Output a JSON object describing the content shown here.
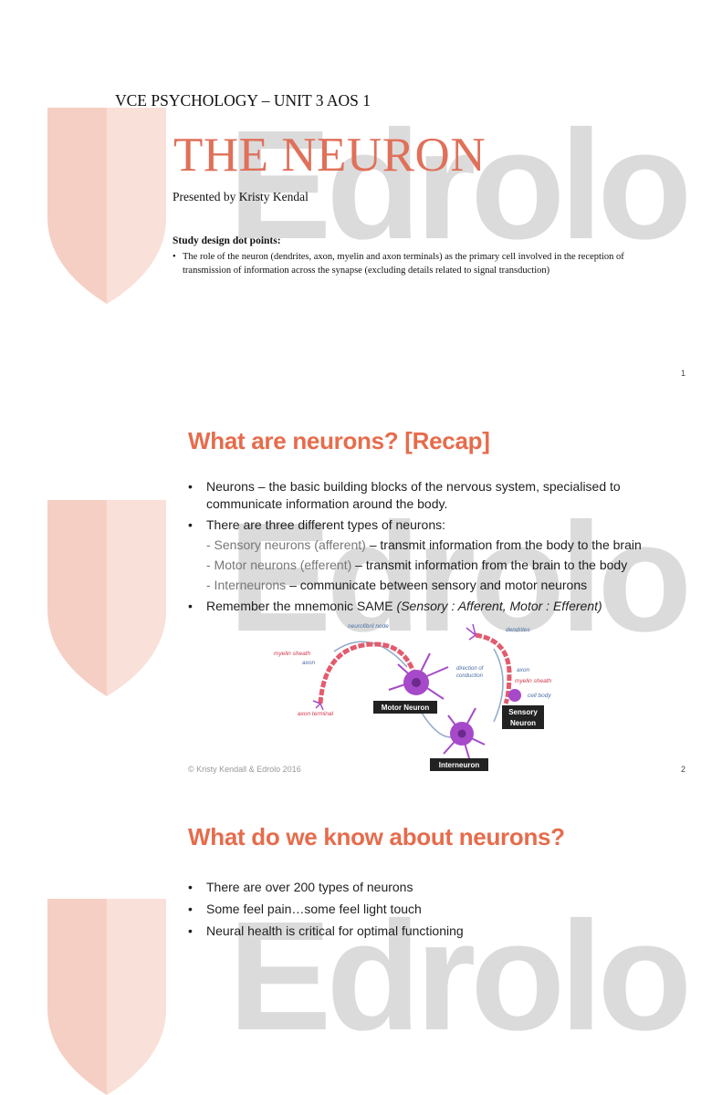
{
  "watermark": {
    "brand": "Edrolo",
    "colors": {
      "shield": "#f3c4b6",
      "shield_light": "#f8dcd3",
      "text": "#cfcfcf"
    }
  },
  "slide1": {
    "heading": "VCE PSYCHOLOGY – UNIT 3 AOS 1",
    "title": "THE NEURON",
    "presenter": "Presented by Kristy Kendal",
    "study_label": "Study design dot points:",
    "study_point_line1": "The role of the neuron (dendrites, axon, myelin and axon terminals) as the primary cell involved in the reception of",
    "study_point_line2": "transmission of information across the synapse (excluding details related to signal transduction)",
    "page_number": "1"
  },
  "slide2": {
    "title": "What are neurons? [Recap]",
    "bullets": {
      "b1_line1": "Neurons – the basic building blocks of the nervous system, specialised to",
      "b1_line2": "communicate information around the body.",
      "b2": "There are three different types of neurons:",
      "sub1_a": "- Sensory neurons (afferent) ",
      "sub1_b": "– transmit information from the body to the brain",
      "sub2_a": "- Motor neurons (efferent) ",
      "sub2_b": "– transmit information from the brain to the body",
      "sub3_a": "- Interneurons ",
      "sub3_b": "– communicate between sensory and motor neurons",
      "b3_a": "Remember the mnemonic SAME ",
      "b3_b": "(Sensory : Afferent, Motor : Efferent)"
    },
    "diagram": {
      "neurofibril_node": "neurofibril node",
      "myelin_sheath_left": "myelin sheath",
      "axon_left": "axon",
      "axon_terminal": "axon terminal",
      "motor_neuron": "Motor Neuron",
      "interneuron": "Interneuron",
      "direction_of_conduction_1": "direction of",
      "direction_of_conduction_2": "conduction",
      "dendrites": "dendrites",
      "axon_right": "axon",
      "myelin_sheath_right": "myelin sheath",
      "cell_body": "cell body",
      "sensory_neuron_1": "Sensory",
      "sensory_neuron_2": "Neuron"
    },
    "footer": "© Kristy Kendall & Edrolo 2016",
    "page_number": "2"
  },
  "slide3": {
    "title": "What do we know about neurons?",
    "bullets": [
      "There are over 200 types of neurons",
      "Some feel pain…some feel light touch",
      "Neural health is critical for optimal functioning"
    ]
  }
}
